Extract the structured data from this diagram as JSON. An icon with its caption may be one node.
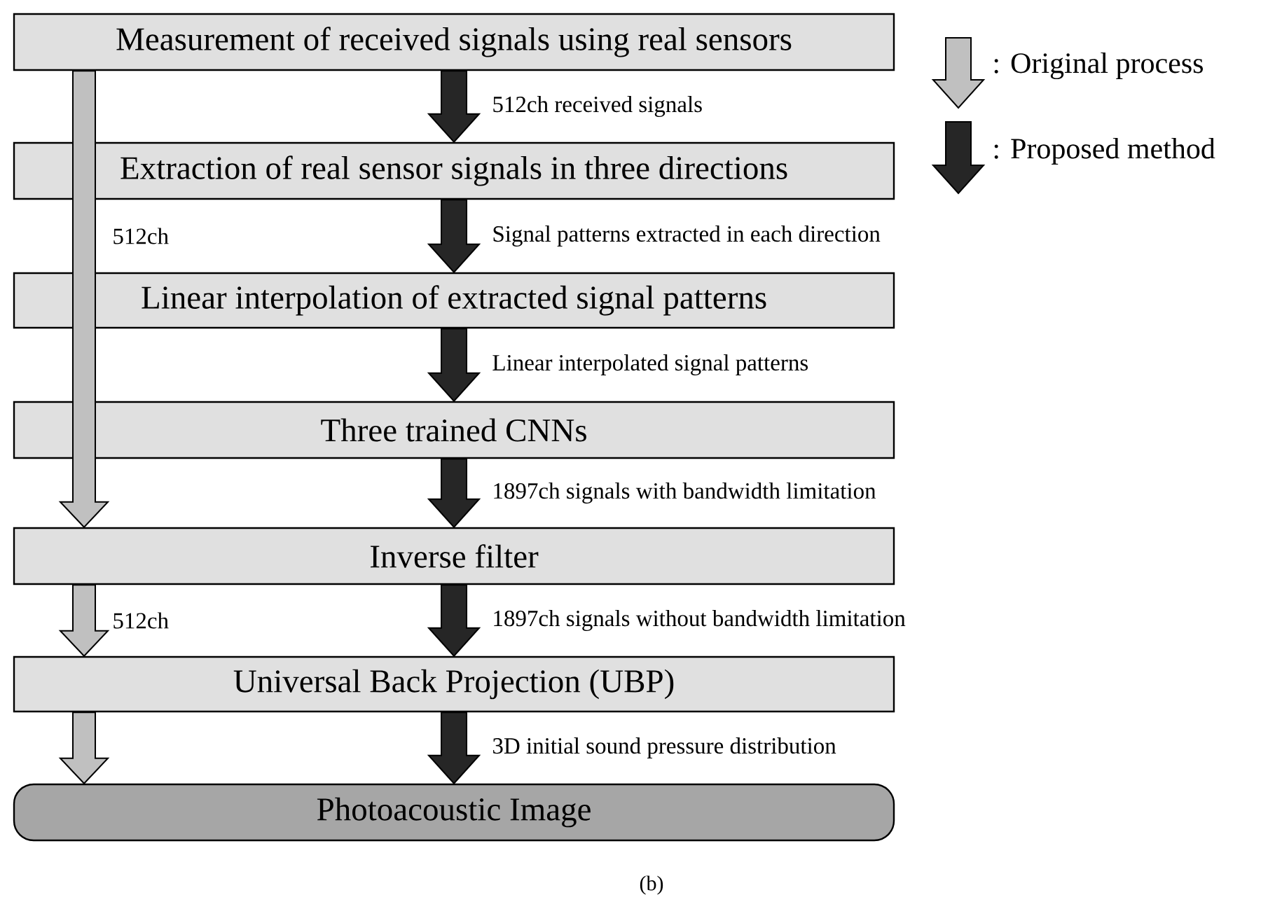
{
  "diagram": {
    "caption": "(b)",
    "nodes": [
      {
        "text": [
          "Measurement of received signals using real sensors"
        ]
      },
      {
        "text": [
          "Extraction of real sensor signals in three directions"
        ]
      },
      {
        "text": [
          "Linear interpolation of extracted signal patterns"
        ]
      },
      {
        "text": [
          "Three trained CNNs"
        ]
      },
      {
        "text": [
          "Inverse filter"
        ]
      },
      {
        "text": [
          "Universal Back Projection (UBP)"
        ]
      },
      {
        "text": [
          "Photoacoustic Image"
        ]
      }
    ],
    "edges": [
      {
        "from": 0,
        "to": 1,
        "arrow": "to",
        "label": "512ch received signals"
      },
      {
        "from": 1,
        "to": 2,
        "arrow": "to",
        "label": "Signal patterns extracted in each direction"
      },
      {
        "from": 2,
        "to": 3,
        "arrow": "to",
        "label": "Linear interpolated signal patterns"
      },
      {
        "from": 3,
        "to": 4,
        "arrow": "to",
        "label": "1897ch signals with bandwidth limitation"
      },
      {
        "from": 4,
        "to": 5,
        "arrow": "to",
        "label": "1897ch signals without bandwidth limitation"
      },
      {
        "from": 5,
        "to": 6,
        "arrow": "to",
        "label": "3D initial sound pressure distribution"
      },
      {
        "from": 0,
        "to": 4,
        "arrow": "to",
        "label": "512ch",
        "color": "#c0c0c0"
      },
      {
        "from": 4,
        "to": 5,
        "arrow": "to",
        "label": "512ch",
        "color": "#c0c0c0"
      },
      {
        "from": 5,
        "to": 6,
        "arrow": "to",
        "color": "#c0c0c0"
      }
    ],
    "legend": [
      {
        "text": ": Original process"
      },
      {
        "text": ": Proposed method"
      }
    ]
  }
}
